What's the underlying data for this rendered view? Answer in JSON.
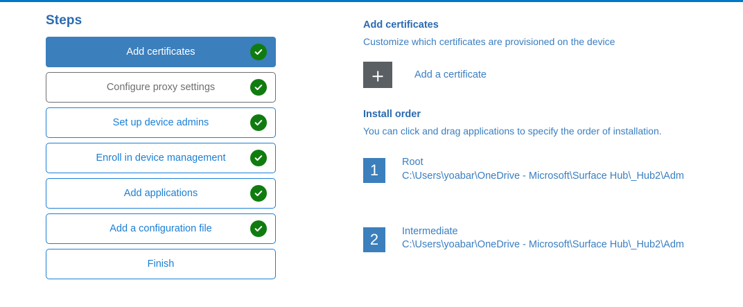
{
  "theme": {
    "accent_bar": "#0078c8",
    "link_blue": "#3a7ec0",
    "heading_blue": "#2a6ab0",
    "selected_blue": "#3b7fbd",
    "check_green": "#107c10",
    "neutral_gray": "#6e6e6e",
    "tile_gray": "#5a5f63"
  },
  "steps_panel": {
    "heading": "Steps",
    "items": [
      {
        "label": "Add certificates",
        "state": "current",
        "completed": true
      },
      {
        "label": "Configure proxy settings",
        "state": "neutral",
        "completed": true
      },
      {
        "label": "Set up device admins",
        "state": "default",
        "completed": true
      },
      {
        "label": "Enroll in device management",
        "state": "default",
        "completed": true
      },
      {
        "label": "Add applications",
        "state": "default",
        "completed": true
      },
      {
        "label": "Add a configuration file",
        "state": "default",
        "completed": true
      },
      {
        "label": "Finish",
        "state": "default",
        "completed": false
      }
    ]
  },
  "detail": {
    "title": "Add certificates",
    "subtitle": "Customize which certificates are provisioned on the device",
    "add_certificate_label": "Add a certificate",
    "plus_icon": "plus-icon",
    "install_order": {
      "title": "Install order",
      "description": "You can click and drag applications to specify the order of installation.",
      "items": [
        {
          "number": "1",
          "name": "Root",
          "path": "C:\\Users\\yoabar\\OneDrive - Microsoft\\Surface Hub\\_Hub2\\Adm"
        },
        {
          "number": "2",
          "name": "Intermediate",
          "path": "C:\\Users\\yoabar\\OneDrive - Microsoft\\Surface Hub\\_Hub2\\Adm"
        }
      ]
    }
  }
}
